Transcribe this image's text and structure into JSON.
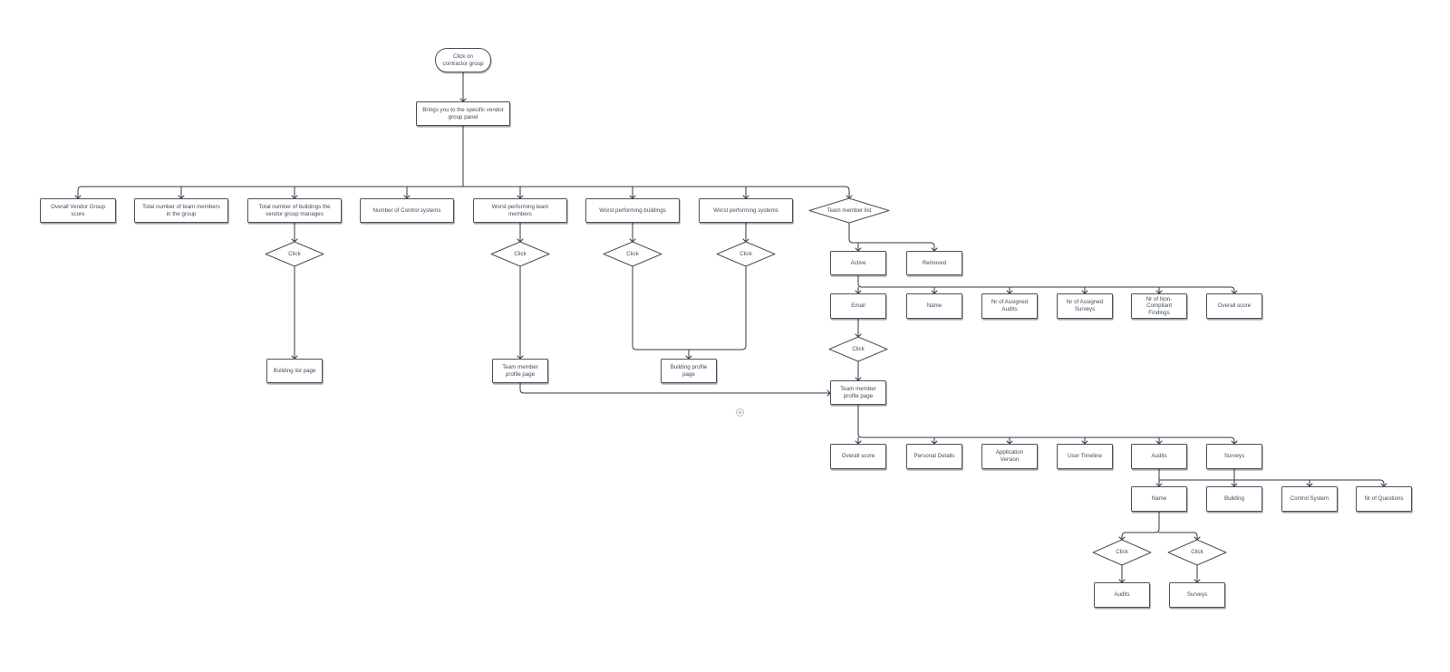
{
  "diagram": {
    "nodes": {
      "start": "Click on contractor group",
      "vendor_panel": "Brings you to the specific vendor group panel",
      "overall_vendor_score": "Overall Vendor Group score",
      "total_team_members": "Total number of team members in the group",
      "total_buildings": "Total number of buildings the vendor group manages",
      "control_systems": "Number of Control systems",
      "worst_team_members": "Worst performing team members",
      "worst_buildings": "Worst performing buildings",
      "worst_systems": "Worst performing systems",
      "team_member_list": "Team member list",
      "click_buildings": "Click",
      "click_team": "Click",
      "click_worst_buildings": "Click",
      "click_worst_systems": "Click",
      "building_list_page": "Building list page",
      "team_profile_left": "Team member profile page",
      "building_profile_page": "Building profile page",
      "active": "Active",
      "removed": "Removed",
      "email": "Email",
      "name": "Name",
      "assigned_audits": "Nr of Assigned Audits",
      "assigned_surveys": "Nr of Assigned Surveys",
      "noncompliant": "Nr of Non-Compliant Findings",
      "overall_score_list": "Overall score",
      "click_email": "Click",
      "team_profile_right": "Team member profile page",
      "profile_overall_score": "Overall score",
      "personal_details": "Personal Details",
      "application_version": "Application Version",
      "user_timeline": "User Timeline",
      "audits": "Audits",
      "surveys": "Surveys",
      "audit_name": "Name",
      "audit_building": "Building",
      "audit_control_system": "Control System",
      "audit_questions": "Nr of Questions",
      "click_audits": "Click",
      "click_surveys": "Click",
      "audits_page": "Audits",
      "surveys_page": "Surveys"
    }
  },
  "colors": {
    "line": "#2f3a44",
    "border": "#4a525c",
    "text": "#444c56"
  },
  "icons": {
    "add": "+"
  }
}
